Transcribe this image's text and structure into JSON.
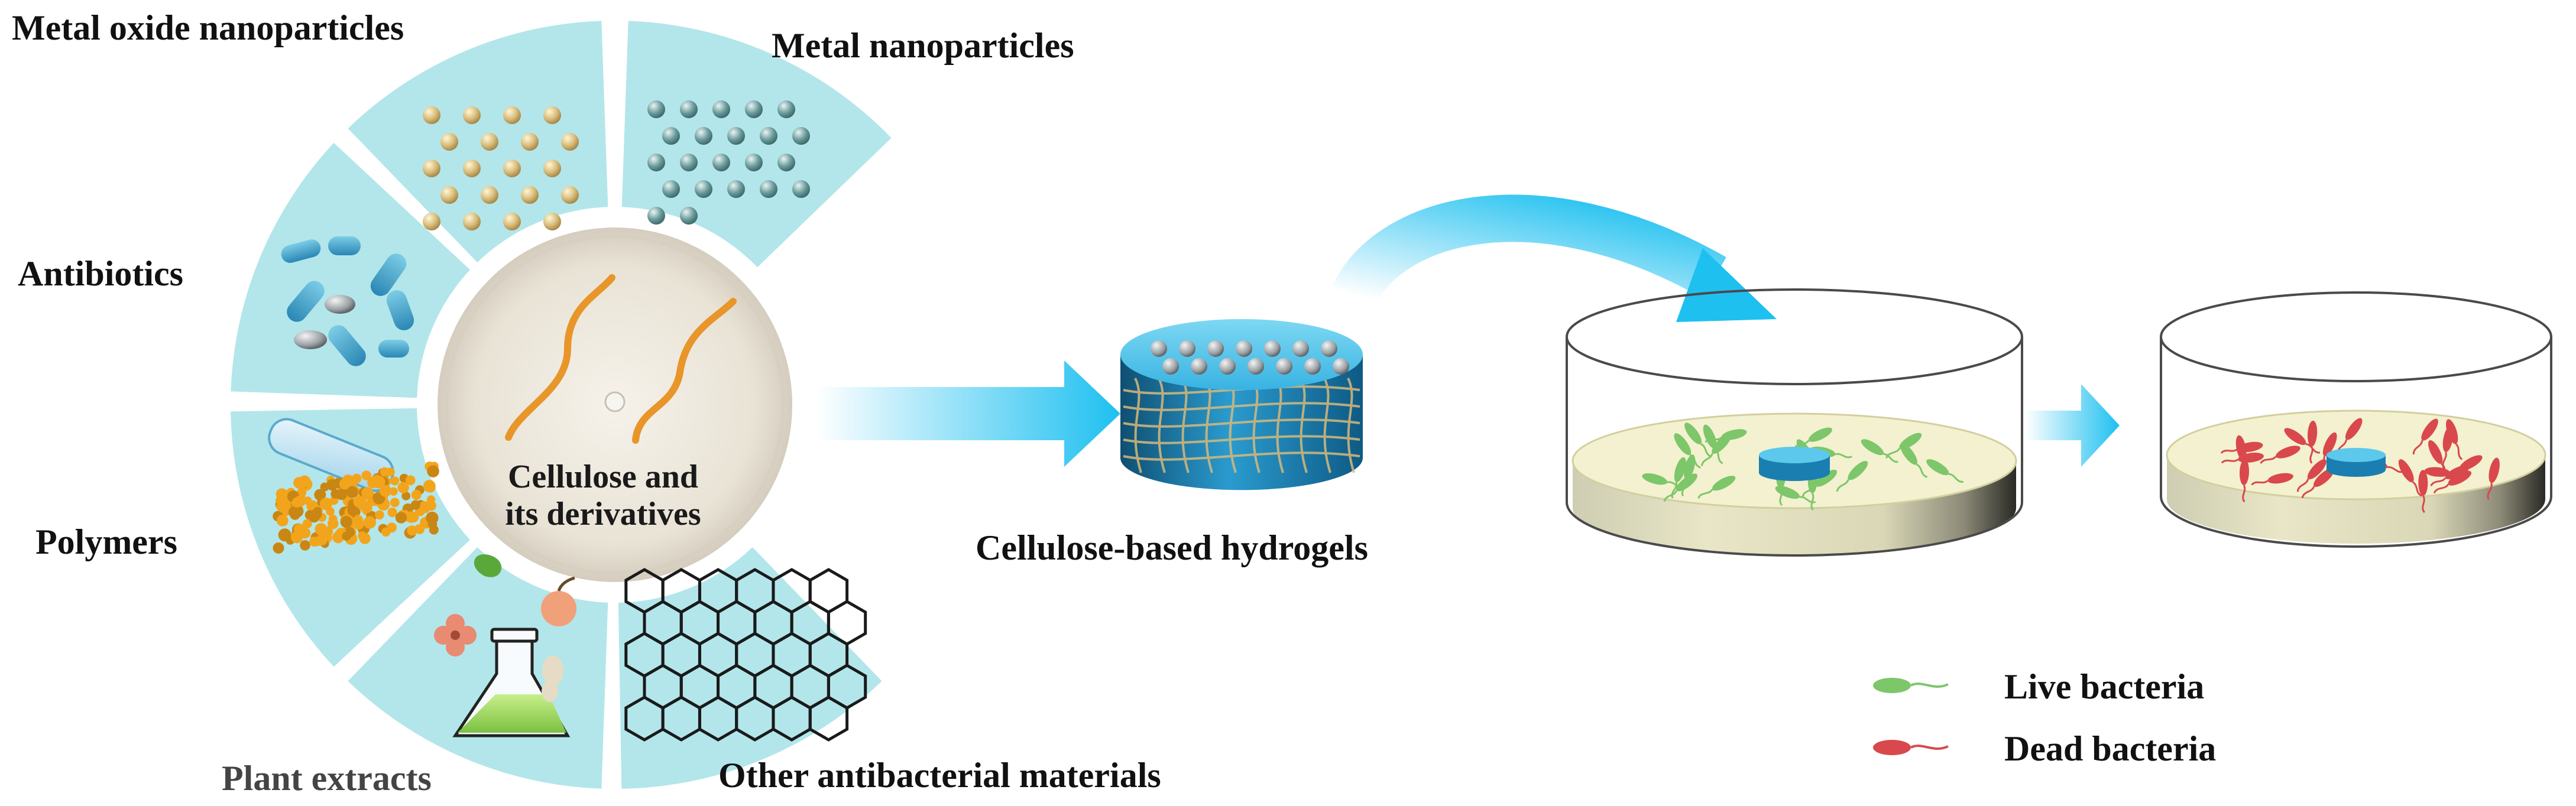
{
  "labels": {
    "metal_oxide": "Metal oxide nanoparticles",
    "metal": "Metal nanoparticles",
    "antibiotics": "Antibiotics",
    "polymers": "Polymers",
    "plant_extracts": "Plant extracts",
    "other_materials": "Other antibacterial materials",
    "center_line1": "Cellulose and",
    "center_line2": "its derivatives",
    "hydrogels": "Cellulose-based hydrogels",
    "legend_live": "Live bacteria",
    "legend_dead": "Dead bacteria"
  },
  "colors": {
    "sector_fill": "#b2e6ea",
    "arrow_blue": "#1ec0f0",
    "hydrogel_top": "#4fc3e8",
    "hydrogel_side": "#1a7fb0",
    "agar": "#f4f2cf",
    "live_bacteria": "#7dc66a",
    "dead_bacteria": "#d9484c",
    "fiber": "#e89a2c"
  }
}
